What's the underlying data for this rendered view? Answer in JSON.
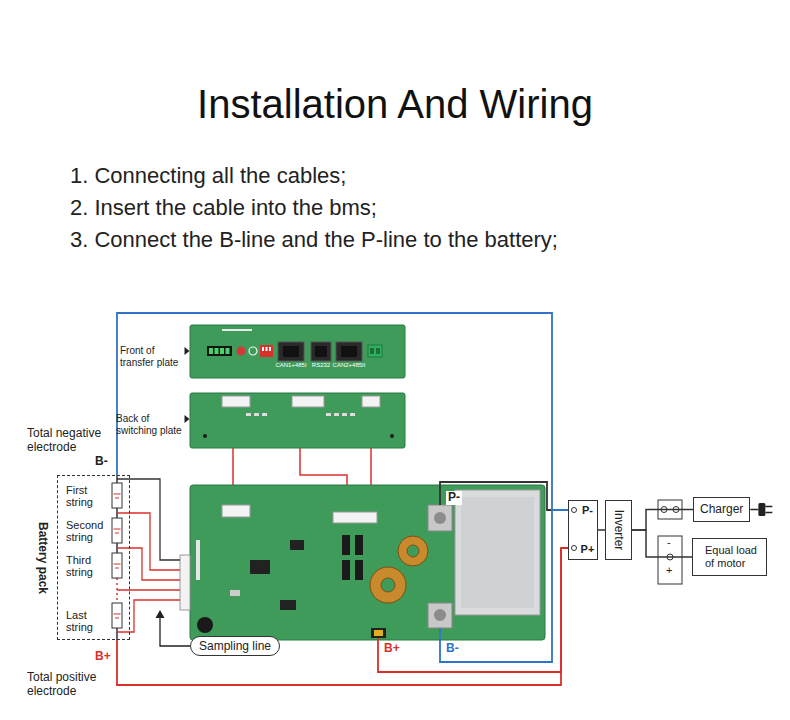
{
  "diagram": {
    "title": "Installation And Wiring",
    "nodes": [
      {
        "text": [
          "Battery pack"
        ]
      },
      {
        "text": [
          "Sampling line"
        ]
      },
      {
        "text": [
          "P-",
          "P+"
        ]
      },
      {
        "text": [
          "Inverter"
        ]
      },
      {
        "text": [
          "Charger"
        ]
      },
      {
        "text": [
          "Equal load of motor"
        ]
      }
    ],
    "edges": [
      {
        "from": 0,
        "to": 2,
        "arrow": "none"
      },
      {
        "from": 0,
        "to": 2,
        "arrow": "none"
      },
      {
        "from": 2,
        "to": 3,
        "arrow": "none"
      },
      {
        "from": 3,
        "to": 4,
        "arrow": "none"
      },
      {
        "from": 3,
        "to": 5,
        "arrow": "none"
      }
    ],
    "labels": [
      "1. Connecting all the cables;",
      "2. Insert the cable into the bms;",
      "3. Connect the B-line and the P-line to the battery;",
      "Front of transfer plate",
      "CAN1+485I",
      "RS232",
      "CAN2+485II",
      "Back of switching plate",
      "Total negative electrode",
      "B-",
      "First string",
      "Second string",
      "Third string",
      "Last string",
      "P-",
      "B+",
      "B-",
      "B+",
      "Total positive electrode",
      "-",
      "+",
      "-",
      "+"
    ]
  }
}
